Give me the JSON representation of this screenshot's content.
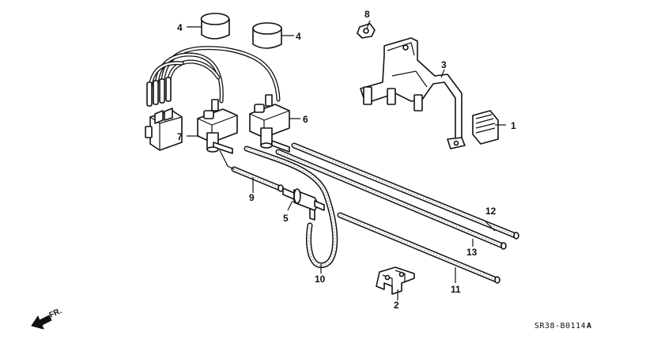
{
  "diagram": {
    "callouts": [
      {
        "id": "c1",
        "label": "1"
      },
      {
        "id": "c2",
        "label": "2"
      },
      {
        "id": "c3",
        "label": "3"
      },
      {
        "id": "c4a",
        "label": "4"
      },
      {
        "id": "c4b",
        "label": "4"
      },
      {
        "id": "c5",
        "label": "5"
      },
      {
        "id": "c6",
        "label": "6"
      },
      {
        "id": "c7",
        "label": "7"
      },
      {
        "id": "c8",
        "label": "8"
      },
      {
        "id": "c9",
        "label": "9"
      },
      {
        "id": "c10",
        "label": "10"
      },
      {
        "id": "c11",
        "label": "11"
      },
      {
        "id": "c12",
        "label": "12"
      },
      {
        "id": "c13",
        "label": "13"
      }
    ],
    "direction_label": "FR.",
    "diagram_code": "SR38-B0114",
    "diagram_suffix": "A"
  }
}
